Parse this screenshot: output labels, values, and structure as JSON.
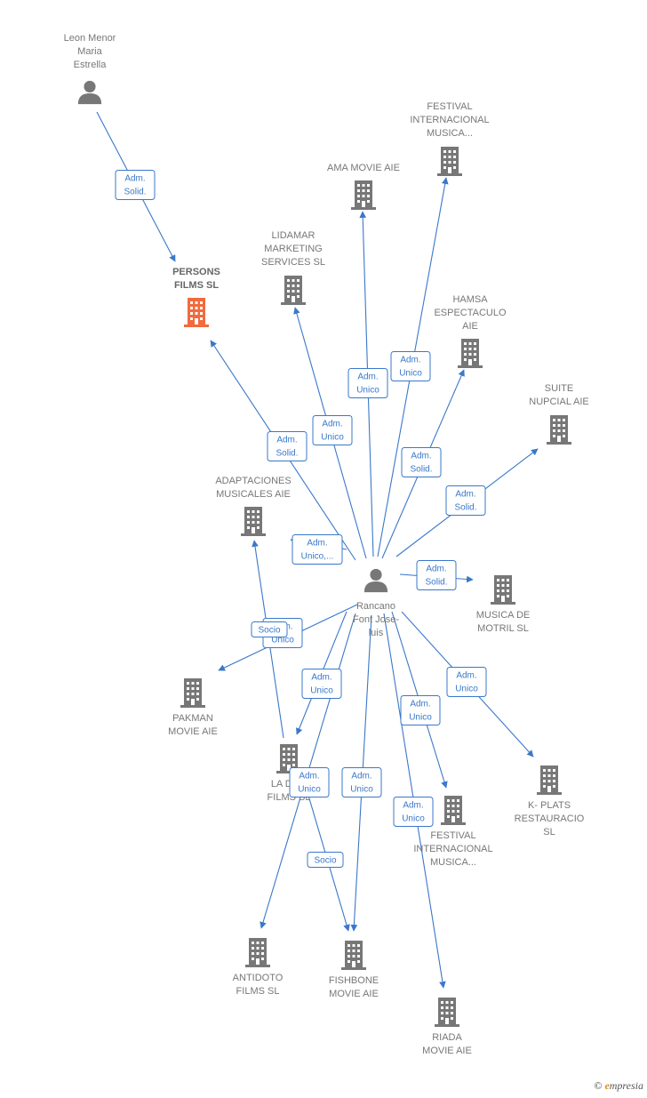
{
  "colors": {
    "edge": "#3a78c9",
    "node": "#777777",
    "highlight": "#f26a3d",
    "label_border": "#3a78c9"
  },
  "nodes": [
    {
      "id": "leon",
      "type": "person",
      "lines": [
        "Leon Menor",
        "Maria",
        "Estrella"
      ]
    },
    {
      "id": "persons",
      "type": "company",
      "highlight": true,
      "lines": [
        "PERSONS",
        "FILMS  SL"
      ]
    },
    {
      "id": "rancano",
      "type": "person",
      "lines": [
        "Rancano",
        "Font Jose-",
        "luis"
      ]
    },
    {
      "id": "festival1",
      "type": "company",
      "lines": [
        "FESTIVAL",
        "INTERNACIONAL",
        "MUSICA..."
      ]
    },
    {
      "id": "ama",
      "type": "company",
      "lines": [
        "AMA MOVIE  AIE"
      ]
    },
    {
      "id": "lidamar",
      "type": "company",
      "lines": [
        "LIDAMAR",
        "MARKETING",
        "SERVICES  SL"
      ]
    },
    {
      "id": "hamsa",
      "type": "company",
      "lines": [
        "HAMSA",
        "ESPECTACULO",
        "AIE"
      ]
    },
    {
      "id": "suite",
      "type": "company",
      "lines": [
        "SUITE",
        "NUPCIAL  AIE"
      ]
    },
    {
      "id": "adaptaciones",
      "type": "company",
      "lines": [
        "ADAPTACIONES",
        "MUSICALES AIE"
      ]
    },
    {
      "id": "musica",
      "type": "company",
      "lines": [
        "MUSICA DE",
        "MOTRIL  SL"
      ]
    },
    {
      "id": "pakman",
      "type": "company",
      "lines": [
        "PAKMAN",
        "MOVIE AIE"
      ]
    },
    {
      "id": "ladama",
      "type": "company",
      "lines": [
        "LA DA...",
        "FILMS  SL"
      ]
    },
    {
      "id": "kplats",
      "type": "company",
      "lines": [
        "K- PLATS",
        "RESTAURACIO",
        "SL"
      ]
    },
    {
      "id": "festival2",
      "type": "company",
      "lines": [
        "FESTIVAL",
        "INTERNACIONAL",
        "MUSICA..."
      ]
    },
    {
      "id": "antidoto",
      "type": "company",
      "lines": [
        "ANTIDOTO",
        "FILMS  SL"
      ]
    },
    {
      "id": "fishbone",
      "type": "company",
      "lines": [
        "FISHBONE",
        "MOVIE AIE"
      ]
    },
    {
      "id": "riada",
      "type": "company",
      "lines": [
        "RIADA",
        "MOVIE AIE"
      ]
    }
  ],
  "edges": [
    {
      "from": "leon",
      "to": "persons",
      "label": [
        "Adm.",
        "Solid."
      ]
    },
    {
      "from": "rancano",
      "to": "persons",
      "label": [
        "Adm.",
        "Solid."
      ]
    },
    {
      "from": "rancano",
      "to": "lidamar",
      "label": [
        "Adm.",
        "Unico"
      ]
    },
    {
      "from": "rancano",
      "to": "ama",
      "label": [
        "Adm.",
        "Unico"
      ]
    },
    {
      "from": "rancano",
      "to": "festival1",
      "label": [
        "Adm.",
        "Unico"
      ]
    },
    {
      "from": "rancano",
      "to": "hamsa",
      "label": [
        "Adm.",
        "Solid."
      ]
    },
    {
      "from": "rancano",
      "to": "suite",
      "label": [
        "Adm.",
        "Solid."
      ]
    },
    {
      "from": "rancano",
      "to": "adaptaciones",
      "label": [
        "Adm.",
        "Unico,..."
      ]
    },
    {
      "from": "rancano",
      "to": "musica",
      "label": [
        "Adm.",
        "Solid."
      ]
    },
    {
      "from": "rancano",
      "to": "pakman",
      "label": [
        "Adm.",
        "Unico"
      ]
    },
    {
      "from": "ladama",
      "to": "adaptaciones",
      "label": [
        "Socio"
      ]
    },
    {
      "from": "rancano",
      "to": "ladama",
      "label": [
        "Adm.",
        "Unico"
      ]
    },
    {
      "from": "rancano",
      "to": "kplats",
      "label": [
        "Adm.",
        "Unico"
      ]
    },
    {
      "from": "rancano",
      "to": "festival2",
      "label": [
        "Adm.",
        "Unico"
      ]
    },
    {
      "from": "rancano",
      "to": "antidoto",
      "label": [
        "Adm.",
        "Unico"
      ]
    },
    {
      "from": "rancano",
      "to": "fishbone",
      "label": [
        "Adm.",
        "Unico"
      ]
    },
    {
      "from": "ladama",
      "to": "fishbone",
      "label": [
        "Socio"
      ]
    },
    {
      "from": "rancano",
      "to": "riada",
      "label": [
        "Adm.",
        "Unico"
      ]
    }
  ],
  "footer": {
    "copyright_symbol": "©",
    "brand_initial": "e",
    "brand_rest": "mpresia"
  }
}
